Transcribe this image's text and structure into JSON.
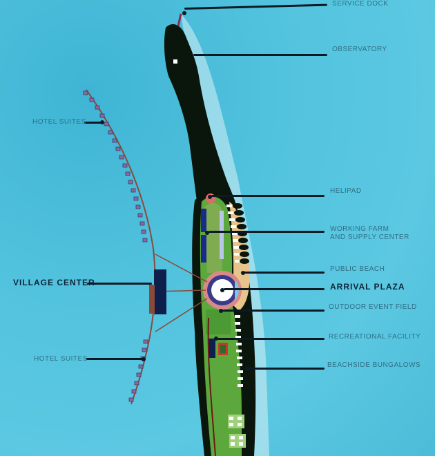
{
  "map": {
    "colors": {
      "water": "#52c3de",
      "forest": "#0a160c",
      "lawn": "#5da83c",
      "sand": "#e8c48a",
      "leader": "#0c1a26",
      "label": "#2f6f86",
      "label_bold": "#0e2437",
      "village": "#0d1f4a",
      "boardwalk": "#8a4a3a"
    },
    "labels": {
      "service_dock": "SERVICE DOCK",
      "observatory": "OBSERVATORY",
      "hotel_suites_north": "HOTEL SUITES",
      "helipad": "HELIPAD",
      "working_farm_line1": "WORKING FARM",
      "working_farm_line2": "AND SUPPLY CENTER",
      "public_beach": "PUBLIC BEACH",
      "village_center": "VILLAGE CENTER",
      "arrival_plaza": "ARRIVAL PLAZA",
      "outdoor_event_field": "OUTDOOR EVENT FIELD",
      "recreational_facility": "RECREATIONAL FACILITY",
      "hotel_suites_south": "HOTEL SUITES",
      "beachside_bungalows": "BEACHSIDE BUNGALOWS"
    }
  }
}
